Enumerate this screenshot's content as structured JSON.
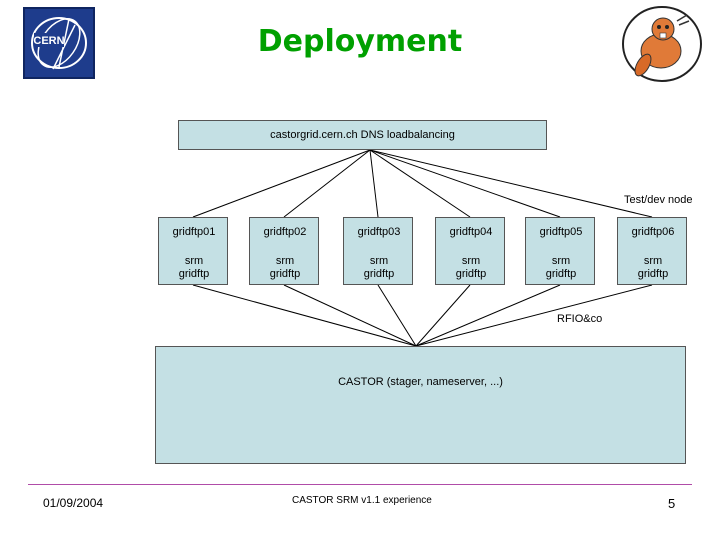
{
  "slide": {
    "title": "Deployment",
    "logos": [
      "cern-logo",
      "castor-beaver-logo"
    ]
  },
  "diagram": {
    "dns_box": "castorgrid.cern.ch DNS loadbalancing",
    "testdev_label": "Test/dev node",
    "rfio_label": "RFIO&co",
    "castor_box": "CASTOR (stager, nameserver, ...)",
    "nodes": [
      {
        "name": "gridftp01",
        "services": [
          "srm",
          "gridftp"
        ]
      },
      {
        "name": "gridftp02",
        "services": [
          "srm",
          "gridftp"
        ]
      },
      {
        "name": "gridftp03",
        "services": [
          "srm",
          "gridftp"
        ]
      },
      {
        "name": "gridftp04",
        "services": [
          "srm",
          "gridftp"
        ]
      },
      {
        "name": "gridftp05",
        "services": [
          "srm",
          "gridftp"
        ]
      },
      {
        "name": "gridftp06",
        "services": [
          "srm",
          "gridftp"
        ]
      }
    ],
    "colors": {
      "box_fill": "#c4e0e4",
      "title": "#00a000",
      "footer_rule": "#b04ca8"
    }
  },
  "footer": {
    "date": "01/09/2004",
    "center": "CASTOR SRM v1.1 experience",
    "page": "5"
  }
}
